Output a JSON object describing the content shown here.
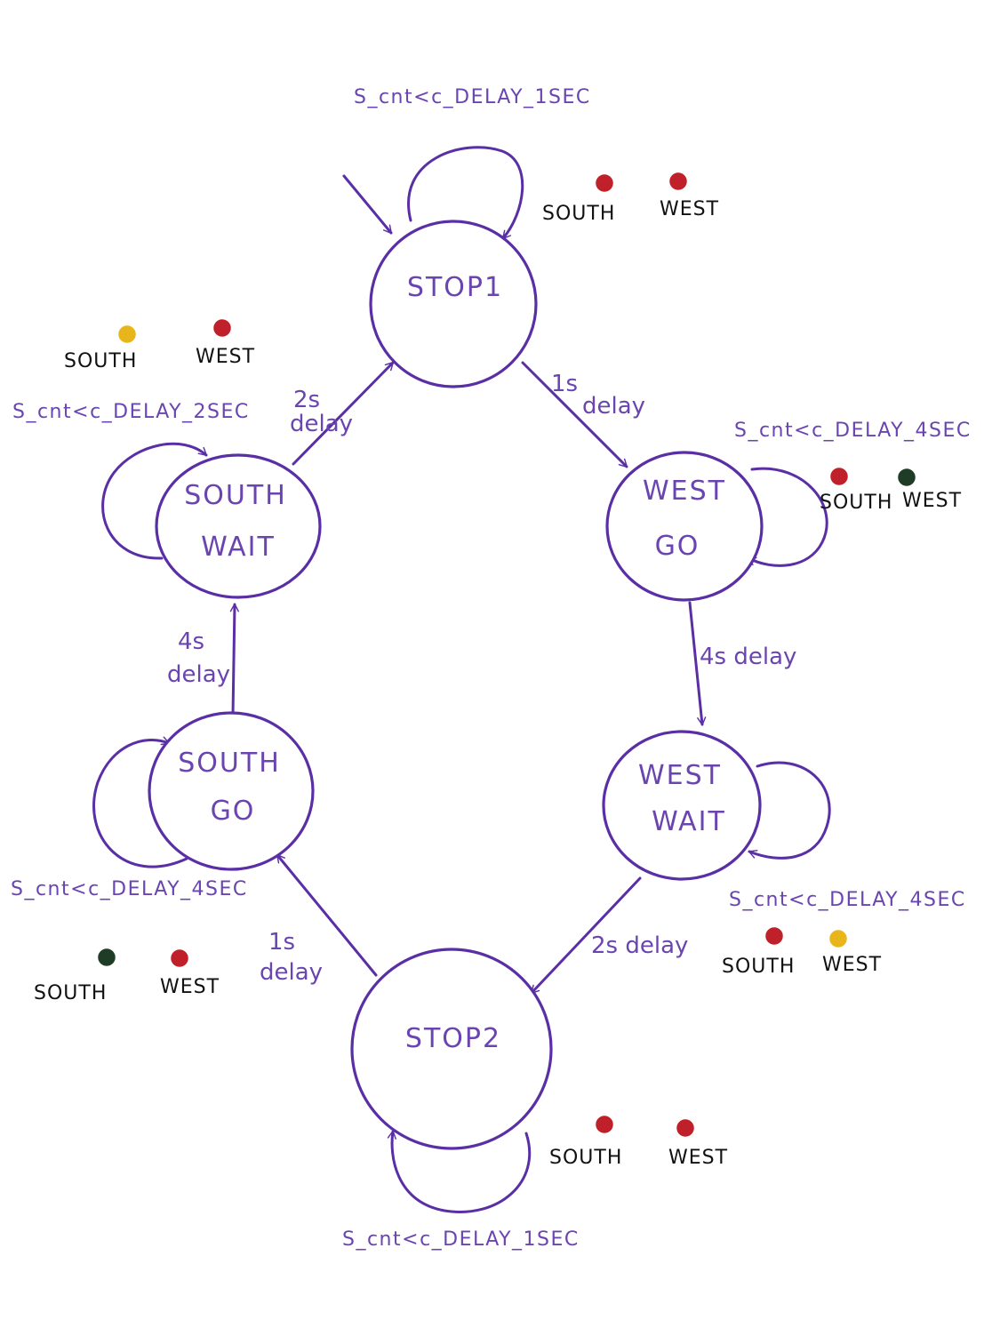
{
  "colors": {
    "ink": "#5a2fa6",
    "red": "#c0202a",
    "yellow": "#e8b51a",
    "green": "#1f3d26"
  },
  "states": {
    "stop1": [
      "STOP1"
    ],
    "west_go": [
      "WEST",
      "GO"
    ],
    "west_wait": [
      "WEST",
      "WAIT"
    ],
    "stop2": [
      "STOP2"
    ],
    "south_go": [
      "SOUTH",
      "GO"
    ],
    "south_wait": [
      "SOUTH",
      "WAIT"
    ]
  },
  "conditions": {
    "stop1": "S_cnt<c_DELAY_1SEC",
    "west_go": "S_cnt<c_DELAY_4SEC",
    "west_wait": "S_cnt<c_DELAY_4SEC",
    "stop2": "S_cnt<c_DELAY_1SEC",
    "south_go": "S_cnt<c_DELAY_4SEC",
    "south_wait": "S_cnt<c_DELAY_2SEC"
  },
  "transitions": {
    "stop1_to_west_go": [
      "1s",
      "delay"
    ],
    "west_go_to_west_wait": [
      "4s delay"
    ],
    "west_wait_to_stop2": [
      "2s delay"
    ],
    "stop2_to_south_go": [
      "1s",
      "delay"
    ],
    "south_go_to_south_wait": [
      "4s",
      "delay"
    ],
    "south_wait_to_stop1": [
      "2s",
      "delay"
    ]
  },
  "lights": {
    "south_label": "SOUTH",
    "west_label": "WEST",
    "stop1": {
      "south": "red",
      "west": "red"
    },
    "west_go": {
      "south": "red",
      "west": "green"
    },
    "west_wait": {
      "south": "red",
      "west": "yellow"
    },
    "stop2": {
      "south": "red",
      "west": "red"
    },
    "south_go": {
      "south": "green",
      "west": "red"
    },
    "south_wait": {
      "south": "yellow",
      "west": "red"
    }
  }
}
